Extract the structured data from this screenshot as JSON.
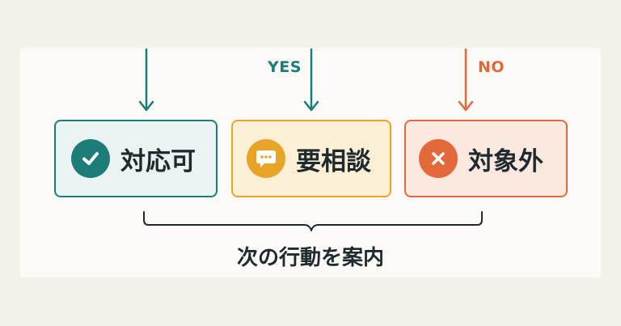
{
  "branches": {
    "yes_label": "YES",
    "no_label": "NO"
  },
  "outcomes": [
    {
      "label": "対応可",
      "icon": "check-icon",
      "color": "#1b7c78",
      "fill": "#eaf3f1"
    },
    {
      "label": "要相談",
      "icon": "chat-bubble-icon",
      "color": "#e8a429",
      "fill": "#fbefd6"
    },
    {
      "label": "対象外",
      "icon": "x-icon",
      "color": "#e4693a",
      "fill": "#fbe8df"
    }
  ],
  "summary": {
    "text": "次の行動を案内"
  }
}
